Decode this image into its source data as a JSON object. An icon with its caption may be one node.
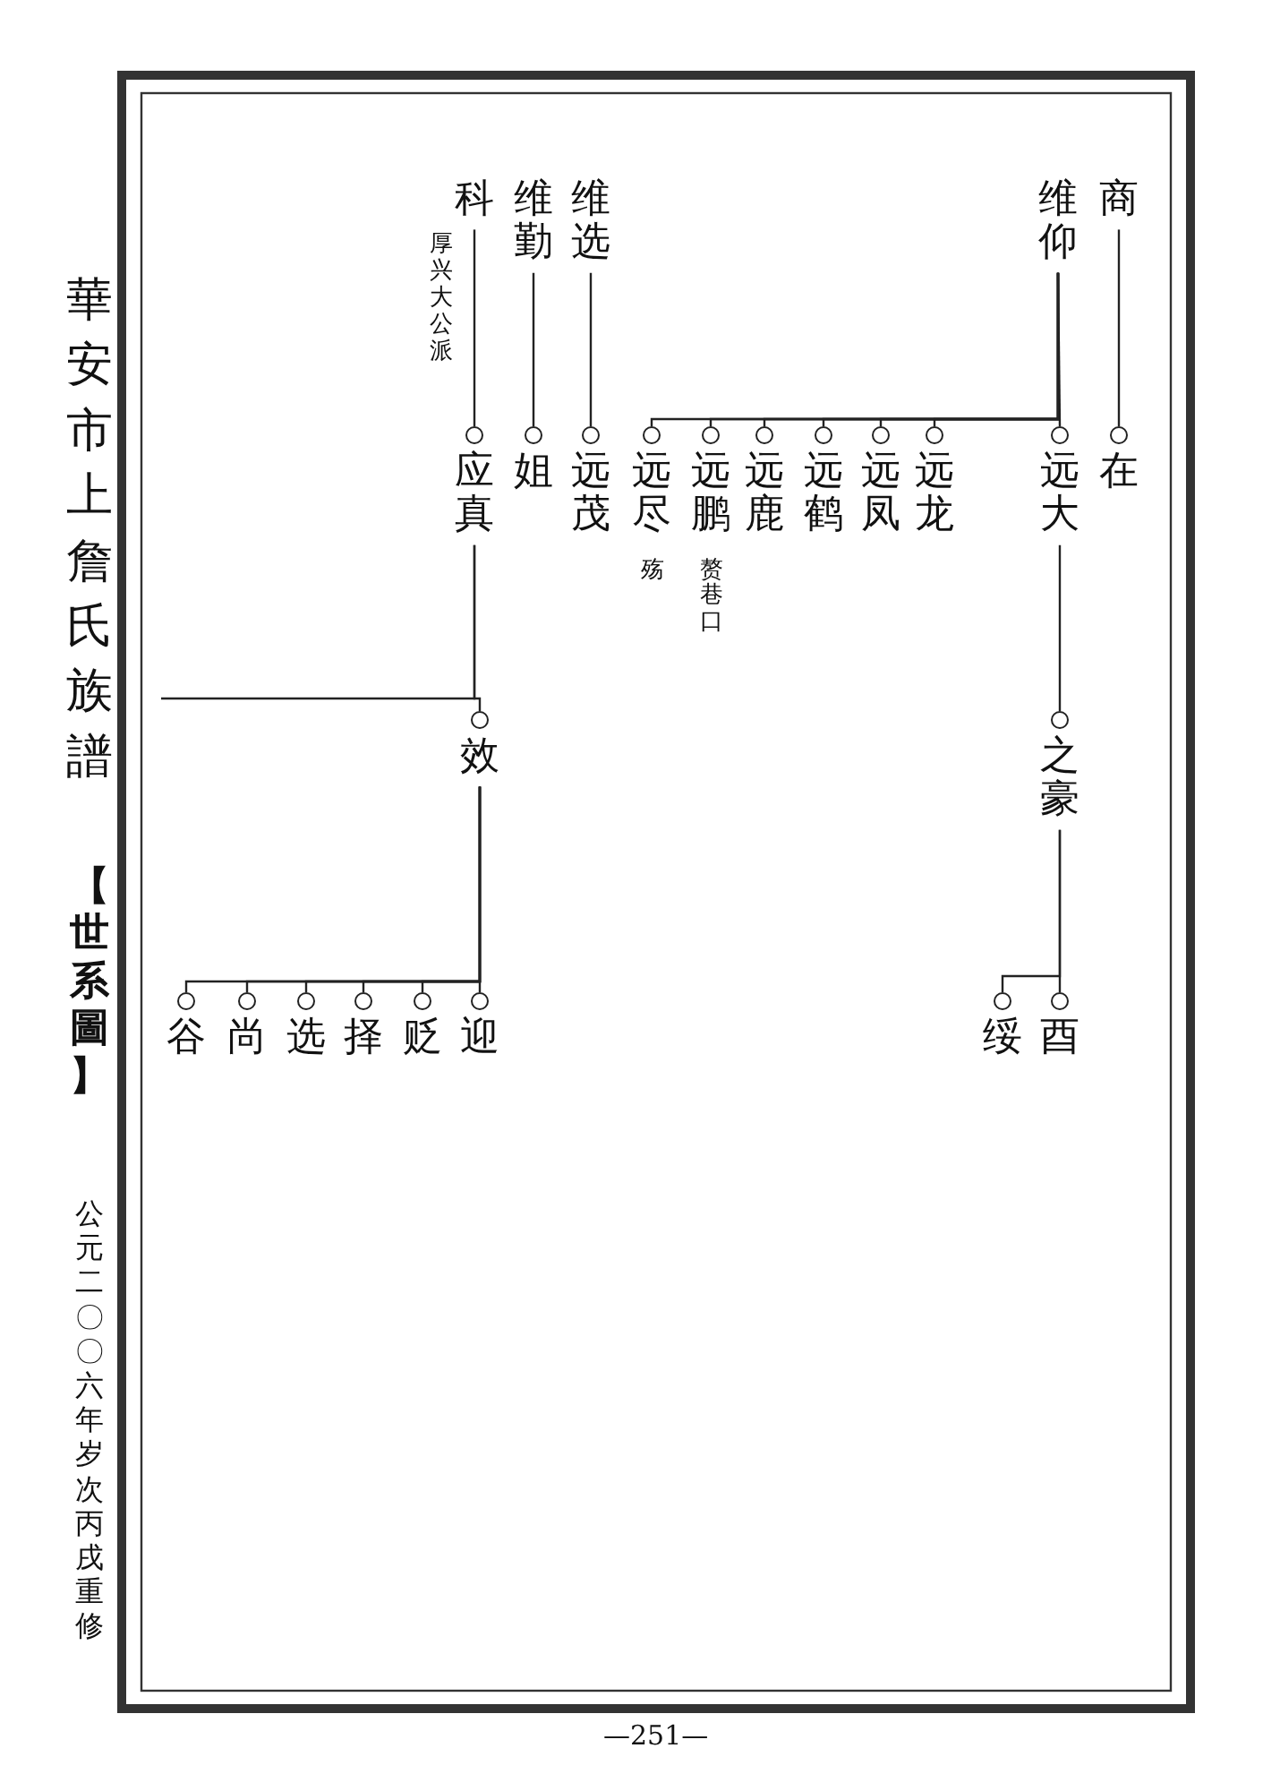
{
  "diagram": {
    "title": "華安市上詹氏族譜",
    "nodes": [
      {
        "text": [
          "商"
        ]
      },
      {
        "text": [
          "维仰"
        ]
      },
      {
        "text": [
          "维选"
        ]
      },
      {
        "text": [
          "维勤"
        ]
      },
      {
        "text": [
          "科"
        ]
      },
      {
        "text": [
          "在"
        ]
      },
      {
        "text": [
          "远大"
        ]
      },
      {
        "text": [
          "远龙"
        ]
      },
      {
        "text": [
          "远凤"
        ]
      },
      {
        "text": [
          "远鹤"
        ]
      },
      {
        "text": [
          "远鹿"
        ]
      },
      {
        "text": [
          "远鹏"
        ]
      },
      {
        "text": [
          "远尽"
        ]
      },
      {
        "text": [
          "远茂"
        ]
      },
      {
        "text": [
          "姐"
        ]
      },
      {
        "text": [
          "应真"
        ]
      },
      {
        "text": [
          "之豪"
        ]
      },
      {
        "text": [
          "效"
        ]
      },
      {
        "text": [
          "酉"
        ]
      },
      {
        "text": [
          "绥"
        ]
      },
      {
        "text": [
          "迎"
        ]
      },
      {
        "text": [
          "贬"
        ]
      },
      {
        "text": [
          "择"
        ]
      },
      {
        "text": [
          "选"
        ]
      },
      {
        "text": [
          "尚"
        ]
      },
      {
        "text": [
          "谷"
        ]
      }
    ],
    "edges": [
      {
        "from": 0,
        "to": 5,
        "arrow": "none"
      },
      {
        "from": 1,
        "to": 6,
        "arrow": "none"
      },
      {
        "from": 1,
        "to": 7,
        "arrow": "none"
      },
      {
        "from": 1,
        "to": 8,
        "arrow": "none"
      },
      {
        "from": 1,
        "to": 9,
        "arrow": "none"
      },
      {
        "from": 1,
        "to": 10,
        "arrow": "none"
      },
      {
        "from": 1,
        "to": 11,
        "arrow": "none"
      },
      {
        "from": 1,
        "to": 12,
        "arrow": "none"
      },
      {
        "from": 2,
        "to": 13,
        "arrow": "none"
      },
      {
        "from": 3,
        "to": 14,
        "arrow": "none"
      },
      {
        "from": 4,
        "to": 15,
        "arrow": "none",
        "label": "厚兴大公派"
      },
      {
        "from": 6,
        "to": 16,
        "arrow": "none"
      },
      {
        "from": 15,
        "to": 17,
        "arrow": "none"
      },
      {
        "from": 15,
        "to": null,
        "arrow": "none"
      },
      {
        "from": 16,
        "to": 18,
        "arrow": "none"
      },
      {
        "from": 16,
        "to": 19,
        "arrow": "none"
      },
      {
        "from": 17,
        "to": 20,
        "arrow": "none"
      },
      {
        "from": 17,
        "to": 21,
        "arrow": "none"
      },
      {
        "from": 17,
        "to": 22,
        "arrow": "none"
      },
      {
        "from": 17,
        "to": 23,
        "arrow": "none"
      },
      {
        "from": 17,
        "to": 24,
        "arrow": "none"
      },
      {
        "from": 17,
        "to": 25,
        "arrow": "none"
      }
    ],
    "labels": [
      "赘巷口",
      "殇",
      "【世系圖】",
      "公元二〇〇六年岁次丙戌重修",
      "—251—"
    ]
  }
}
